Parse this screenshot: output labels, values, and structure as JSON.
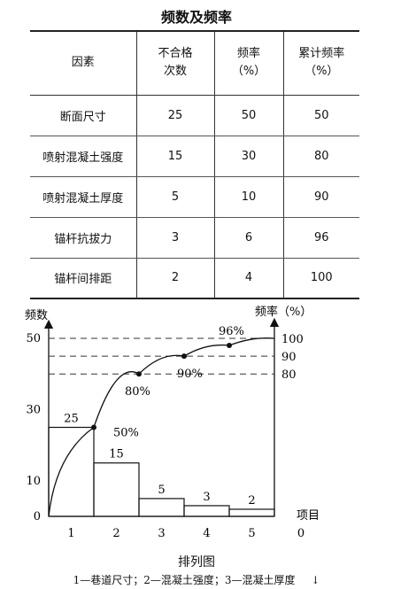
{
  "page": {
    "title": "频数及频率",
    "figure_title": "排列图",
    "figure_legend": "1—巷道尺寸；2—混凝土强度；3—混凝土厚度",
    "figure_legend_mark": "↓"
  },
  "table": {
    "headers": [
      {
        "line1": "因素",
        "line2": ""
      },
      {
        "line1": "不合格",
        "line2": "次数"
      },
      {
        "line1": "频率",
        "line2": "（%）"
      },
      {
        "line1": "累计频率",
        "line2": "（%）"
      }
    ],
    "rows": [
      [
        "断面尺寸",
        "25",
        "50",
        "50"
      ],
      [
        "喷射混凝土强度",
        "15",
        "30",
        "80"
      ],
      [
        "喷射混凝土厚度",
        "5",
        "10",
        "90"
      ],
      [
        "锚杆抗拔力",
        "3",
        "6",
        "96"
      ],
      [
        "锚杆间排距",
        "2",
        "4",
        "100"
      ]
    ]
  },
  "chart_data": {
    "type": "bar",
    "categories": [
      "1",
      "2",
      "3",
      "4",
      "5"
    ],
    "x_end_label": "0",
    "values": [
      25,
      15,
      5,
      3,
      2
    ],
    "bar_labels": [
      "25",
      "15",
      "5",
      "3",
      "2"
    ],
    "cumulative_percent": [
      50,
      80,
      90,
      96,
      100
    ],
    "cumulative_labels": [
      "50%",
      "80%",
      "90%",
      "96%"
    ],
    "ylabel": "频数",
    "y2label": "频率（%）",
    "xlabel": "项目",
    "ylim": [
      0,
      50
    ],
    "y2lim": [
      0,
      100
    ],
    "y_ticks": [
      "0",
      "10",
      "30",
      "50"
    ],
    "y2_ticks": [
      "80",
      "90",
      "100"
    ],
    "reference_lines_percent": [
      80,
      90,
      100
    ],
    "reference_line_style": "dashed"
  }
}
